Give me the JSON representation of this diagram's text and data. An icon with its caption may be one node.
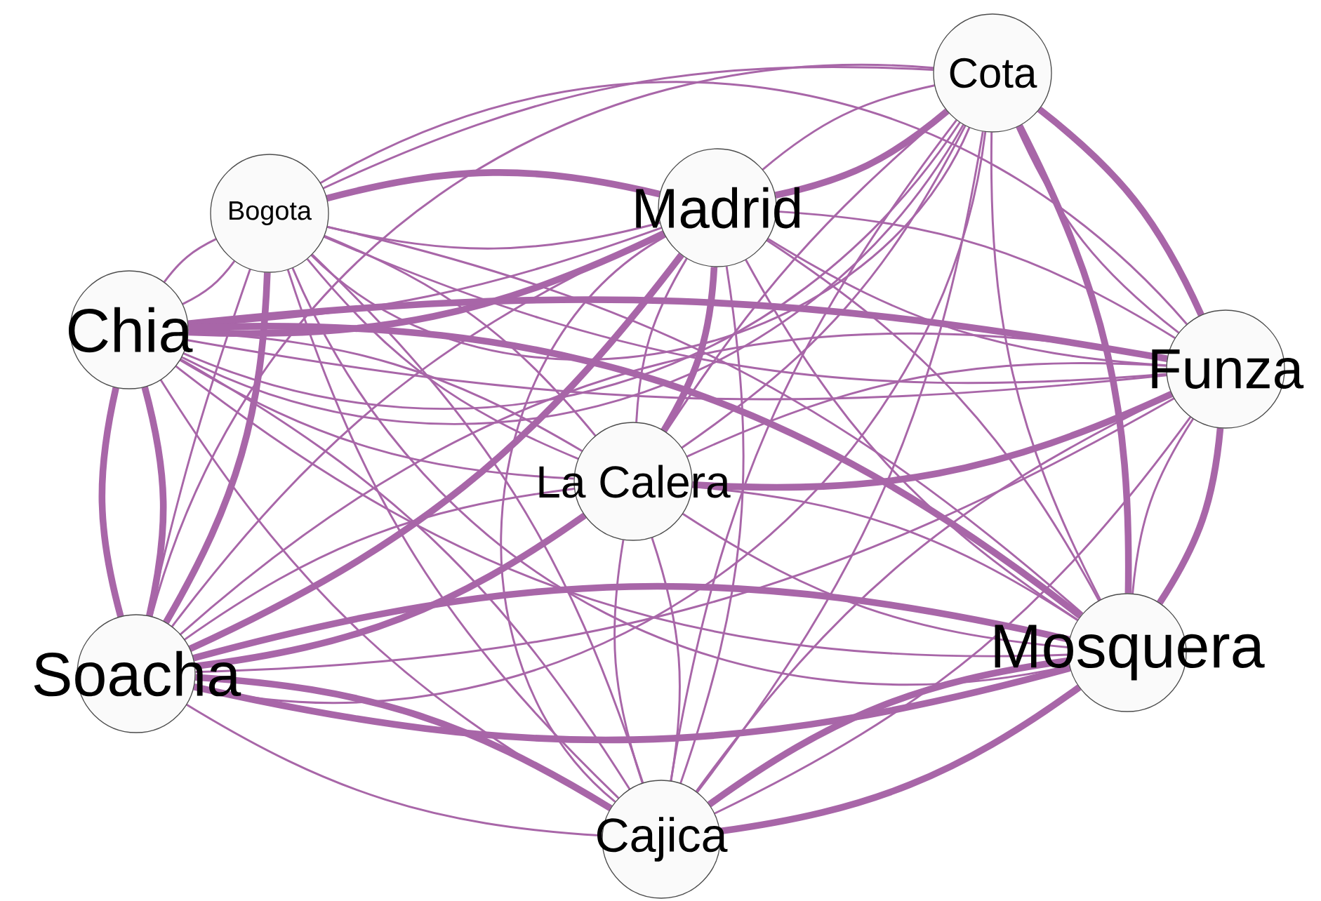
{
  "diagram": {
    "nodes": [
      {
        "text": [
          "Cota"
        ]
      },
      {
        "text": [
          "Bogota"
        ]
      },
      {
        "text": [
          "Madrid"
        ]
      },
      {
        "text": [
          "Chia"
        ]
      },
      {
        "text": [
          "Funza"
        ]
      },
      {
        "text": [
          "La Calera"
        ]
      },
      {
        "text": [
          "Soacha"
        ]
      },
      {
        "text": [
          "Mosquera"
        ]
      },
      {
        "text": [
          "Cajica"
        ]
      }
    ],
    "edges": [
      {
        "from": 0,
        "to": 1,
        "arrow": "none"
      },
      {
        "from": 1,
        "to": 0,
        "arrow": "none"
      },
      {
        "from": 0,
        "to": 2,
        "arrow": "none",
        "style": "thick"
      },
      {
        "from": 2,
        "to": 0,
        "arrow": "none"
      },
      {
        "from": 0,
        "to": 3,
        "arrow": "none"
      },
      {
        "from": 3,
        "to": 0,
        "arrow": "none"
      },
      {
        "from": 0,
        "to": 4,
        "arrow": "none",
        "style": "thick"
      },
      {
        "from": 4,
        "to": 0,
        "arrow": "none"
      },
      {
        "from": 0,
        "to": 5,
        "arrow": "none"
      },
      {
        "from": 5,
        "to": 0,
        "arrow": "none"
      },
      {
        "from": 0,
        "to": 6,
        "arrow": "none"
      },
      {
        "from": 6,
        "to": 0,
        "arrow": "none"
      },
      {
        "from": 0,
        "to": 7,
        "arrow": "none",
        "style": "thick"
      },
      {
        "from": 7,
        "to": 0,
        "arrow": "none"
      },
      {
        "from": 0,
        "to": 8,
        "arrow": "none"
      },
      {
        "from": 8,
        "to": 0,
        "arrow": "none"
      },
      {
        "from": 1,
        "to": 2,
        "arrow": "none",
        "style": "thick"
      },
      {
        "from": 2,
        "to": 1,
        "arrow": "none"
      },
      {
        "from": 1,
        "to": 3,
        "arrow": "none"
      },
      {
        "from": 3,
        "to": 1,
        "arrow": "none"
      },
      {
        "from": 1,
        "to": 4,
        "arrow": "none"
      },
      {
        "from": 4,
        "to": 1,
        "arrow": "none"
      },
      {
        "from": 1,
        "to": 5,
        "arrow": "none"
      },
      {
        "from": 5,
        "to": 1,
        "arrow": "none"
      },
      {
        "from": 1,
        "to": 6,
        "arrow": "none",
        "style": "thick"
      },
      {
        "from": 6,
        "to": 1,
        "arrow": "none"
      },
      {
        "from": 1,
        "to": 7,
        "arrow": "none"
      },
      {
        "from": 7,
        "to": 1,
        "arrow": "none"
      },
      {
        "from": 1,
        "to": 8,
        "arrow": "none"
      },
      {
        "from": 8,
        "to": 1,
        "arrow": "none"
      },
      {
        "from": 2,
        "to": 3,
        "arrow": "none",
        "style": "thick"
      },
      {
        "from": 3,
        "to": 2,
        "arrow": "none"
      },
      {
        "from": 2,
        "to": 4,
        "arrow": "none"
      },
      {
        "from": 4,
        "to": 2,
        "arrow": "none"
      },
      {
        "from": 2,
        "to": 5,
        "arrow": "none",
        "style": "thick"
      },
      {
        "from": 5,
        "to": 2,
        "arrow": "none"
      },
      {
        "from": 2,
        "to": 6,
        "arrow": "none",
        "style": "thick"
      },
      {
        "from": 6,
        "to": 2,
        "arrow": "none"
      },
      {
        "from": 2,
        "to": 7,
        "arrow": "none"
      },
      {
        "from": 7,
        "to": 2,
        "arrow": "none"
      },
      {
        "from": 2,
        "to": 8,
        "arrow": "none"
      },
      {
        "from": 8,
        "to": 2,
        "arrow": "none"
      },
      {
        "from": 3,
        "to": 4,
        "arrow": "none",
        "style": "thick"
      },
      {
        "from": 4,
        "to": 3,
        "arrow": "none"
      },
      {
        "from": 3,
        "to": 5,
        "arrow": "none"
      },
      {
        "from": 5,
        "to": 3,
        "arrow": "none"
      },
      {
        "from": 3,
        "to": 6,
        "arrow": "none",
        "style": "thick"
      },
      {
        "from": 6,
        "to": 3,
        "arrow": "none",
        "style": "thick"
      },
      {
        "from": 3,
        "to": 7,
        "arrow": "none",
        "style": "thick"
      },
      {
        "from": 7,
        "to": 3,
        "arrow": "none"
      },
      {
        "from": 3,
        "to": 8,
        "arrow": "none"
      },
      {
        "from": 8,
        "to": 3,
        "arrow": "none"
      },
      {
        "from": 4,
        "to": 5,
        "arrow": "none",
        "style": "thick"
      },
      {
        "from": 5,
        "to": 4,
        "arrow": "none"
      },
      {
        "from": 4,
        "to": 6,
        "arrow": "none"
      },
      {
        "from": 6,
        "to": 4,
        "arrow": "none"
      },
      {
        "from": 4,
        "to": 7,
        "arrow": "none",
        "style": "thick"
      },
      {
        "from": 7,
        "to": 4,
        "arrow": "none"
      },
      {
        "from": 4,
        "to": 8,
        "arrow": "none"
      },
      {
        "from": 8,
        "to": 4,
        "arrow": "none"
      },
      {
        "from": 5,
        "to": 6,
        "arrow": "none",
        "style": "thick"
      },
      {
        "from": 6,
        "to": 5,
        "arrow": "none"
      },
      {
        "from": 5,
        "to": 7,
        "arrow": "none"
      },
      {
        "from": 7,
        "to": 5,
        "arrow": "none"
      },
      {
        "from": 5,
        "to": 8,
        "arrow": "none"
      },
      {
        "from": 8,
        "to": 5,
        "arrow": "none"
      },
      {
        "from": 6,
        "to": 7,
        "arrow": "none",
        "style": "thick"
      },
      {
        "from": 7,
        "to": 6,
        "arrow": "none",
        "style": "thick"
      },
      {
        "from": 6,
        "to": 8,
        "arrow": "none",
        "style": "thick"
      },
      {
        "from": 8,
        "to": 6,
        "arrow": "none"
      },
      {
        "from": 7,
        "to": 8,
        "arrow": "none",
        "style": "thick"
      },
      {
        "from": 8,
        "to": 7,
        "arrow": "none",
        "style": "thick"
      }
    ]
  }
}
